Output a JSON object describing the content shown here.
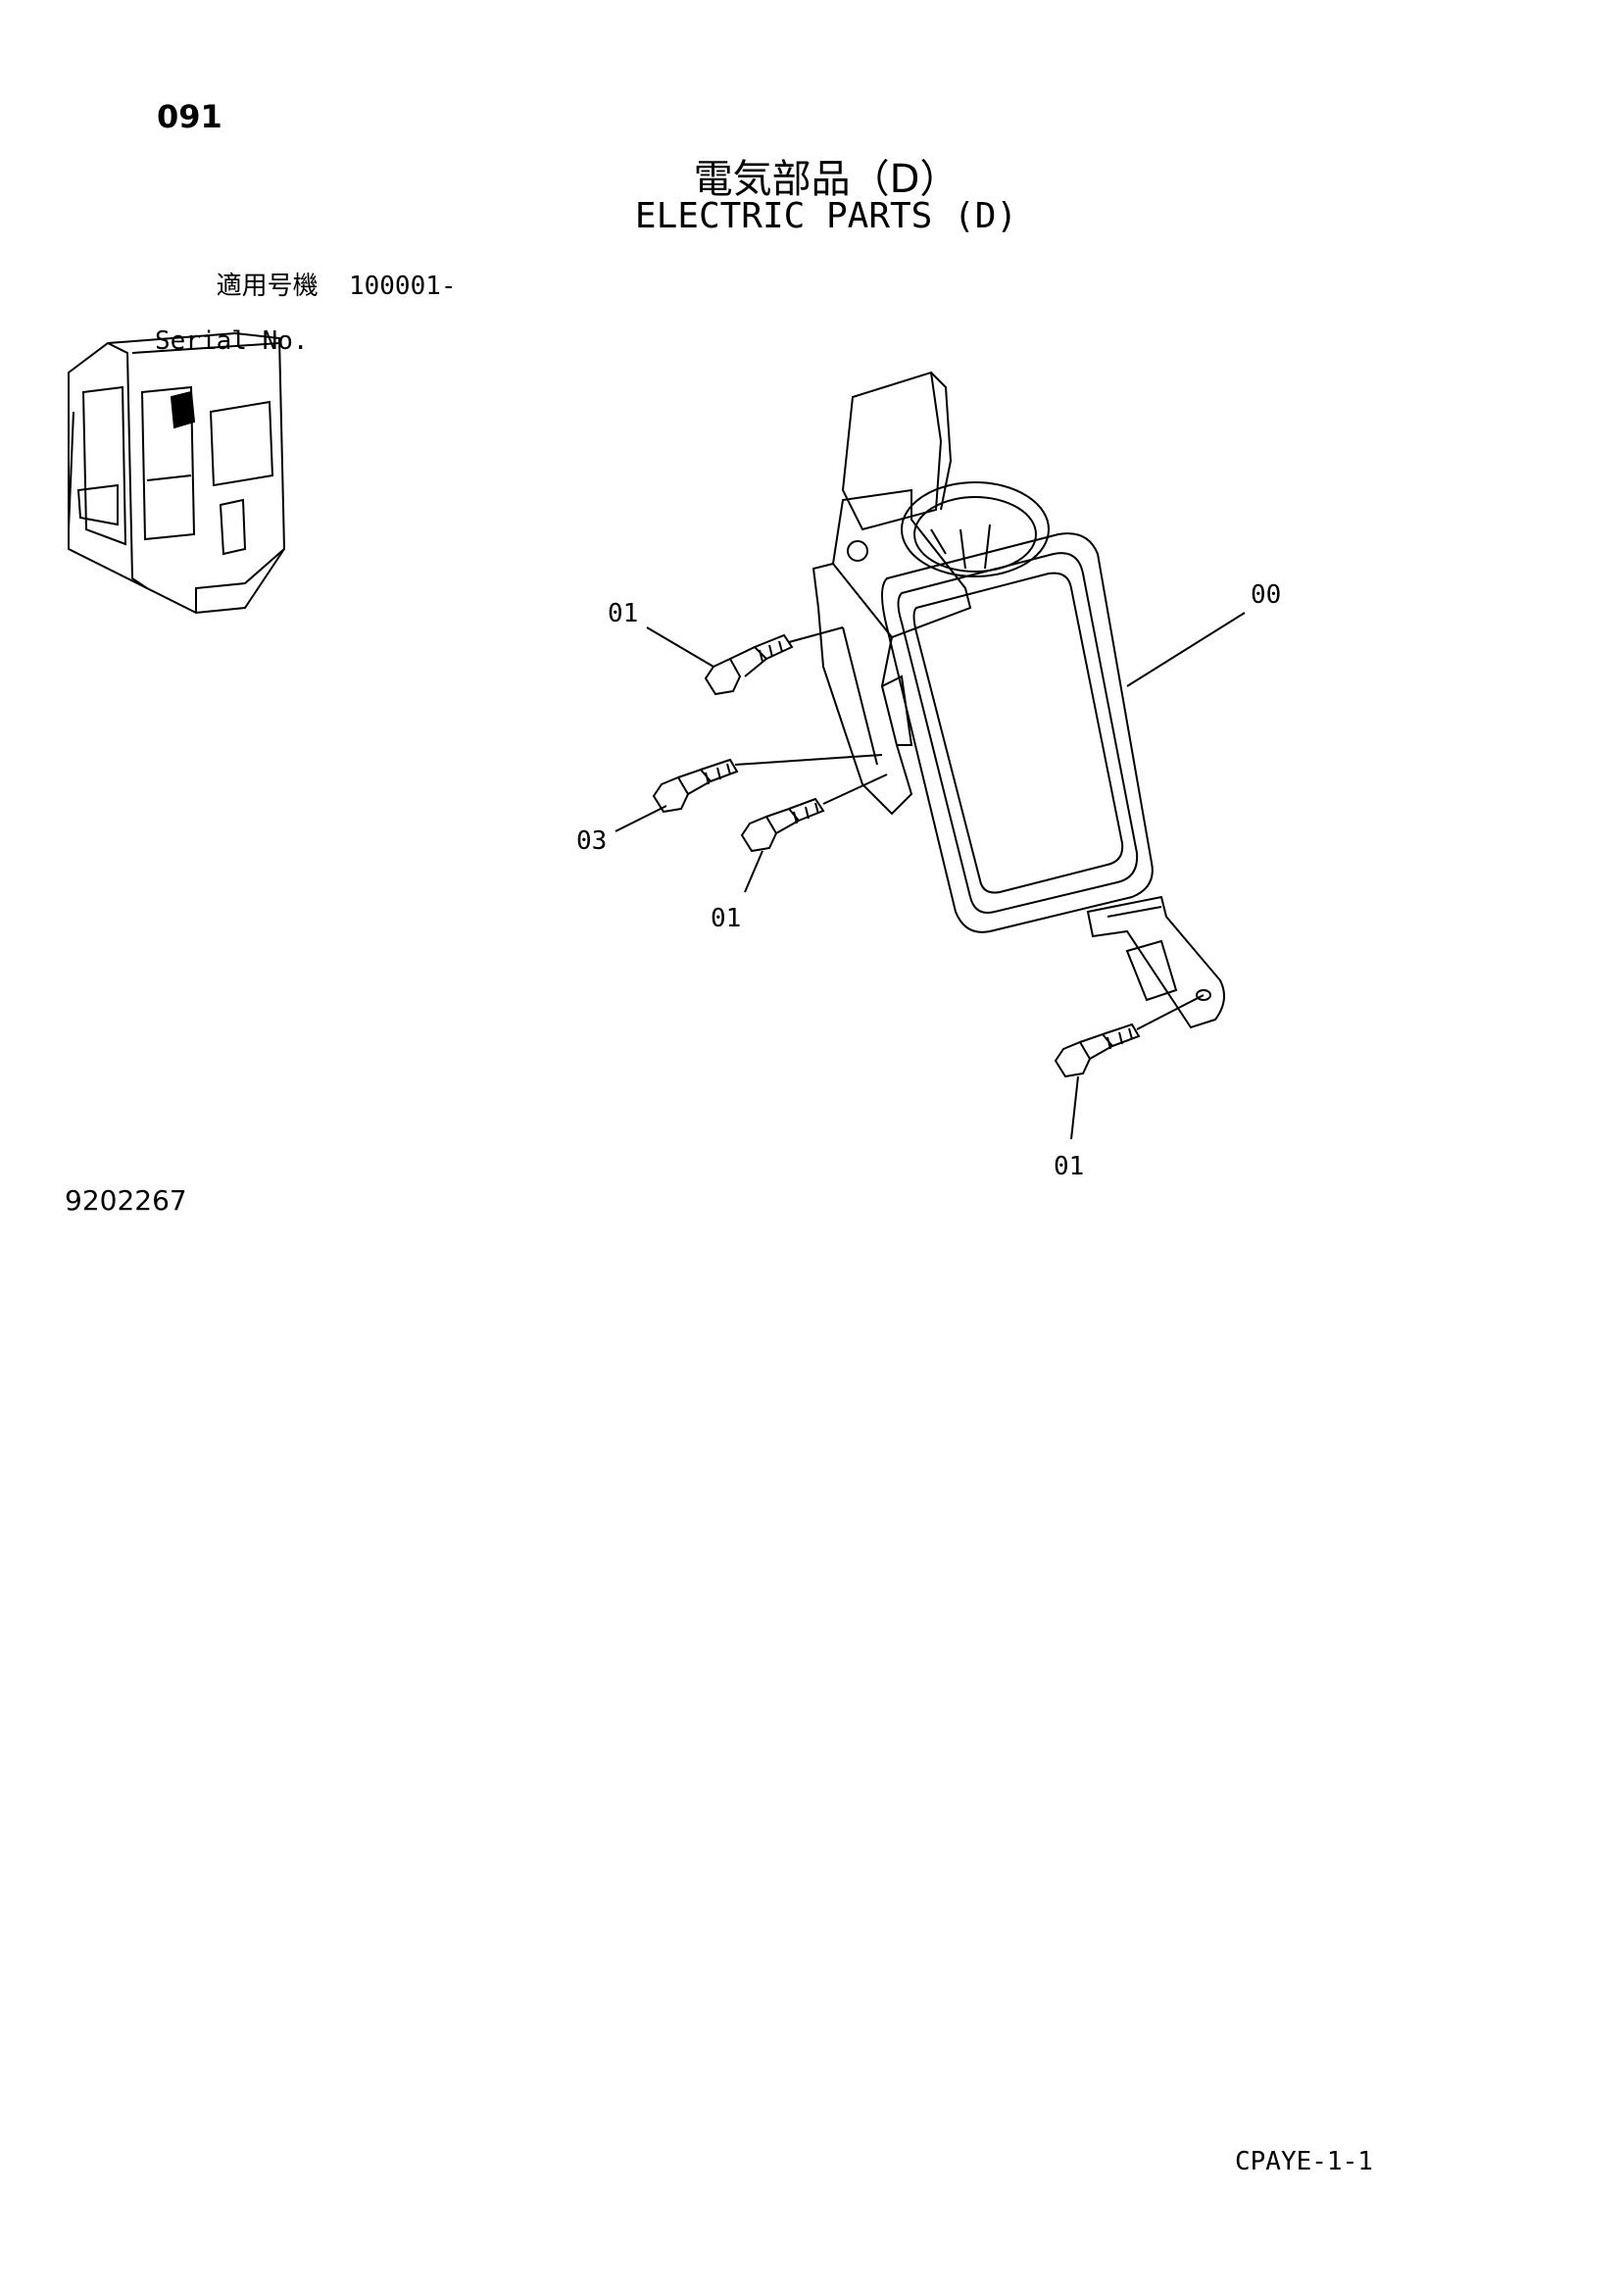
{
  "header": {
    "page_number": "091",
    "title_ja": "電気部品（D）",
    "title_en": "ELECTRIC PARTS (D)"
  },
  "serial": {
    "label_ja": "適用号機",
    "value": "100001-",
    "label_en": "Serial No."
  },
  "callouts": [
    {
      "id": "c1",
      "text": "01"
    },
    {
      "id": "c2",
      "text": "00"
    },
    {
      "id": "c3",
      "text": "03"
    },
    {
      "id": "c4",
      "text": "01"
    },
    {
      "id": "c5",
      "text": "01"
    }
  ],
  "footer": {
    "drawing_id": "9202267",
    "page_code": "CPAYE-1-1"
  }
}
